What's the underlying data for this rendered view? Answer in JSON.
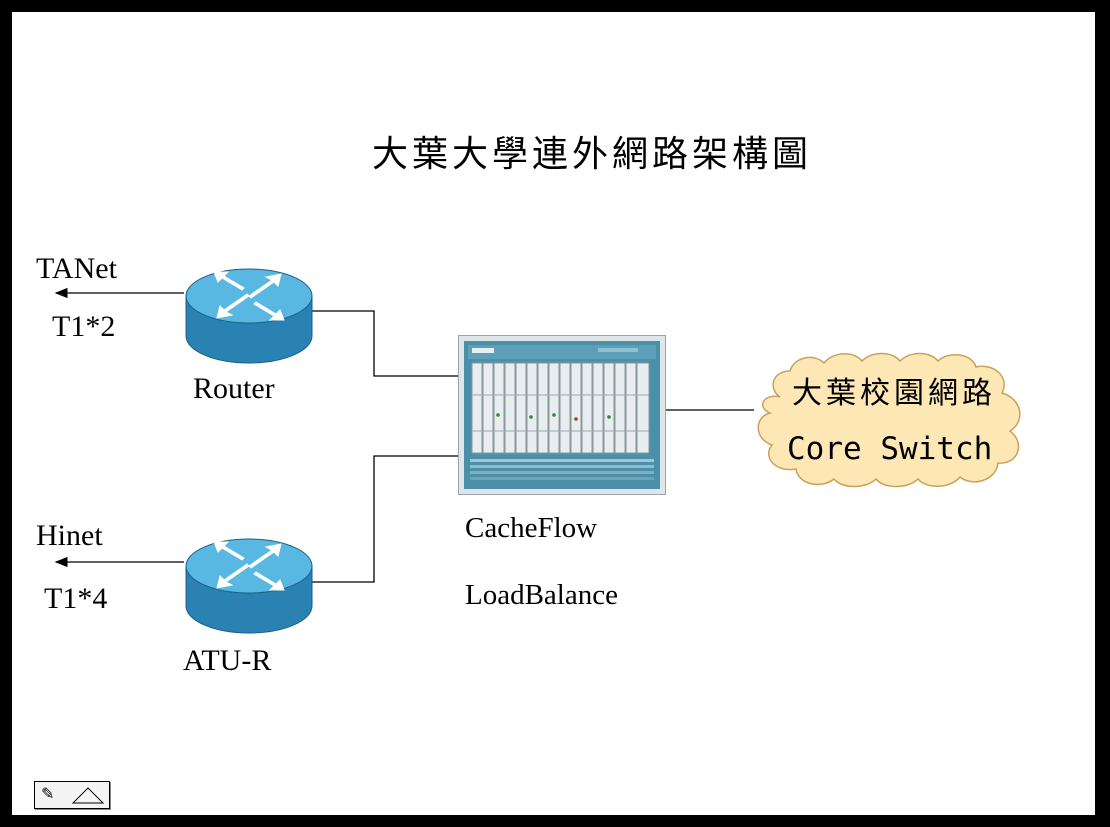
{
  "diagram": {
    "title": "大葉大學連外網路架構圖",
    "nodes": {
      "router": {
        "label": "Router",
        "link_label": "TANet",
        "bandwidth": "T1*2"
      },
      "atu": {
        "label": "ATU-R",
        "link_label": "Hinet",
        "bandwidth": "T1*4"
      },
      "cacheflow": {
        "label_line1": "CacheFlow",
        "label_line2": "LoadBalance"
      },
      "campus": {
        "label_line1": "大葉校園網路",
        "label_line2": "Core Switch"
      }
    },
    "colors": {
      "router_body": "#2f8fbf",
      "router_top": "#4fb3de",
      "cloud_fill": "#fde7b5",
      "cloud_stroke": "#c9a15a",
      "chassis": "#4c8fa8"
    },
    "icons": {
      "router": "router-icon",
      "cloud": "cloud-icon",
      "chassis": "server-chassis-icon",
      "nav_pen": "pen-icon",
      "nav_triangle": "triangle-icon"
    }
  }
}
